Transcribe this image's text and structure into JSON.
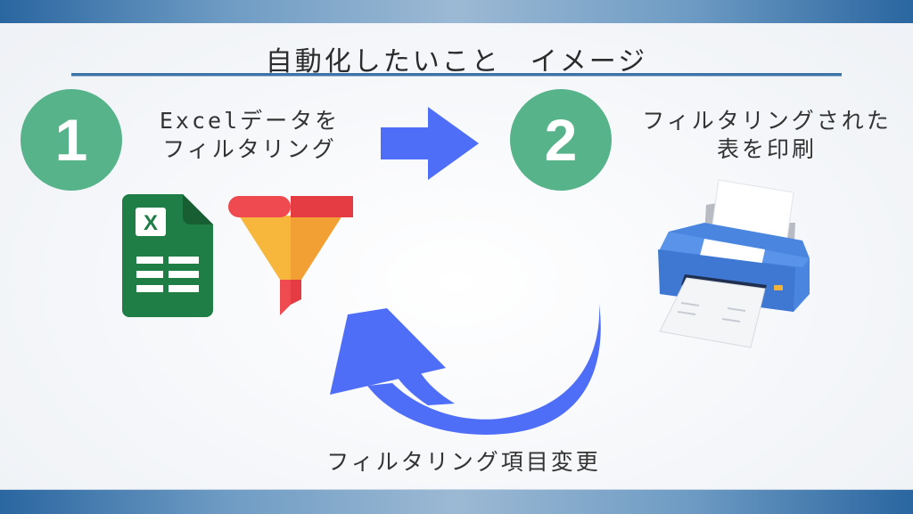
{
  "title": "自動化したいこと　イメージ",
  "steps": [
    {
      "number": "1",
      "label_line1": "Excelデータを",
      "label_line2": "フィルタリング",
      "icons": [
        "excel-file-icon",
        "funnel-icon"
      ]
    },
    {
      "number": "2",
      "label_line1": "フィルタリングされた",
      "label_line2": "表を印刷",
      "icons": [
        "printer-icon"
      ]
    }
  ],
  "loop_label": "フィルタリング項目変更",
  "arrows": [
    "right-arrow-icon",
    "curved-return-arrow-icon"
  ],
  "colors": {
    "band": "#2a66a0",
    "circle": "#56b38a",
    "arrow": "#4f6ef7",
    "title_rule": "#3c74a8",
    "excel_green": "#1e7e45",
    "funnel_red": "#e8474c",
    "funnel_orange": "#f6b33a",
    "printer_blue": "#4a86e0"
  },
  "excel_icon_letter": "X"
}
